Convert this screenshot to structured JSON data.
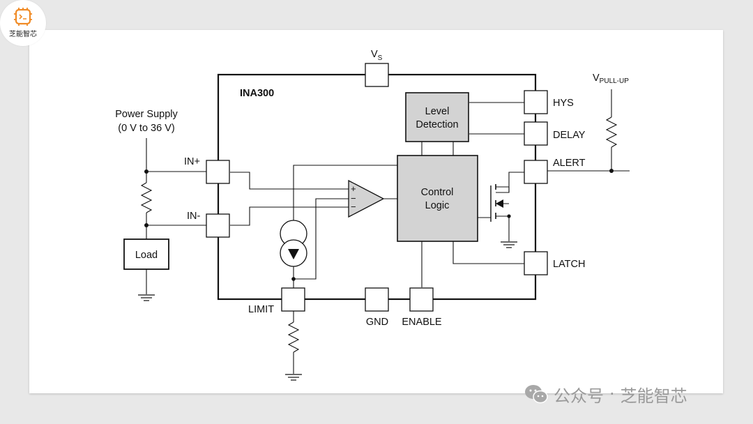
{
  "branding": {
    "logo_text": "芝能智芯",
    "watermark_prefix": "公众号",
    "watermark_separator": "·",
    "watermark_name": "芝能智芯"
  },
  "chip": {
    "name": "INA300"
  },
  "blocks": {
    "level_detection_line1": "Level",
    "level_detection_line2": "Detection",
    "control_logic_line1": "Control",
    "control_logic_line2": "Logic"
  },
  "comparator": {
    "plus": "+",
    "minus": "−"
  },
  "supply": {
    "line1": "Power Supply",
    "line2": "(0 V to 36 V)"
  },
  "load": "Load",
  "pins": {
    "vs_main": "V",
    "vs_sub": "S",
    "in_plus": "IN+",
    "in_minus": "IN-",
    "hys": "HYS",
    "delay": "DELAY",
    "alert": "ALERT",
    "latch": "LATCH",
    "limit": "LIMIT",
    "gnd": "GND",
    "enable": "ENABLE"
  },
  "pullup": {
    "main": "V",
    "sub": "PULL-UP"
  },
  "colors": {
    "block_fill": "#d3d3d3",
    "logo_orange": "#f08a24",
    "watermark_gray": "#9a9a9a"
  }
}
